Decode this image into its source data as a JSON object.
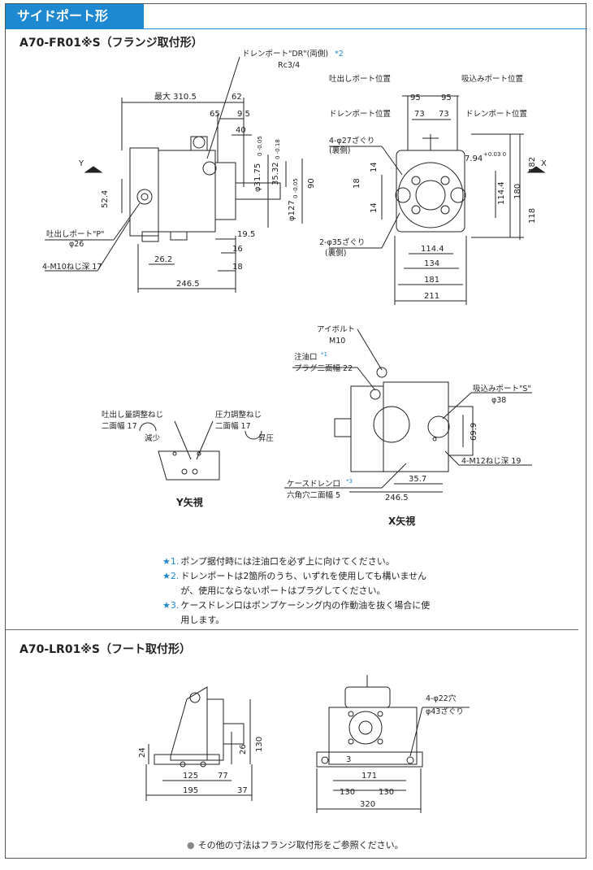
{
  "header": {
    "title": "サイドポート形"
  },
  "section1": {
    "title": "A70-FR01※S（フランジ取付形）",
    "drain_port_label": "ドレンポート\"DR\"(両側)",
    "drain_port_star": "*2",
    "drain_port_thread": "Rc3/4",
    "discharge_port_position": "吐出しポート位置",
    "suction_port_position": "吸込みポート位置",
    "drain_port_position_left": "ドレンポート位置",
    "drain_port_position_right": "ドレンポート位置",
    "counterbore_27": "4-φ27ざぐり",
    "counterbore_27_side": "(裏側)",
    "counterbore_35": "2-φ35ざぐり",
    "counterbore_35_side": "(裏側)",
    "discharge_port_p": "吐出しポート\"P\"",
    "discharge_port_dia": "φ26",
    "thread_m10": "4-M10ねじ深 17",
    "y_arrow": "Y",
    "x_arrow": "X",
    "dims_front": {
      "max_len": "最大 310.5",
      "d62": "62",
      "d65": "65",
      "d9_5": "9.5",
      "d40": "40",
      "d31_75": "φ31.75",
      "d31_75_tol": "0 -0.05",
      "d35_32": "35.32",
      "d35_32_tol": "0 -0.18",
      "d127": "φ127",
      "d127_tol": "0 -0.05",
      "d90": "90",
      "d52_4": "52.4",
      "d19_5": "19.5",
      "d16": "16",
      "d26_2": "26.2",
      "d18": "18",
      "d246_5": "246.5"
    },
    "dims_side": {
      "d95a": "95",
      "d95b": "95",
      "d73a": "73",
      "d73b": "73",
      "d7_94": "7.94",
      "d7_94_tol": "+0.03 0",
      "d182": "182",
      "d180": "180",
      "d118": "118",
      "d114_4v": "114.4",
      "d14a": "14",
      "d14b": "14",
      "d18": "18",
      "d114_4h": "114.4",
      "d134": "134",
      "d181": "181",
      "d211": "211"
    },
    "y_view": {
      "title": "Y矢視",
      "discharge_adjust": "吐出し量調整ねじ",
      "discharge_adjust_width": "二面幅 17",
      "decrease": "減少",
      "pressure_adjust": "圧力調整ねじ",
      "pressure_adjust_width": "二面幅 17",
      "increase": "昇圧"
    },
    "x_view": {
      "title": "X矢視",
      "eyebolt": "アイボルト",
      "eyebolt_size": "M10",
      "oil_inlet": "注油口",
      "oil_inlet_star": "*1",
      "plug_width": "プラグ二面幅 22",
      "suction_port_s": "吸込みポート\"S\"",
      "suction_port_dia": "φ38",
      "d69_9": "69.9",
      "thread_m12": "4-M12ねじ深 19",
      "case_drain": "ケースドレン口",
      "case_drain_star": "*3",
      "hex_socket": "六角穴二面幅 5",
      "d35_7": "35.7",
      "d246_5": "246.5"
    },
    "notes": [
      {
        "mark": "★1.",
        "text": "ポンプ据付時には注油口を必ず上に向けてください。"
      },
      {
        "mark": "★2.",
        "text": "ドレンポートは2箇所のうち、いずれを使用しても構いませんが、使用にならないポートはプラグしてください。"
      },
      {
        "mark": "★3.",
        "text": "ケースドレン口はポンプケーシング内の作動油を抜く場合に使用します。"
      }
    ]
  },
  "section2": {
    "title": "A70-LR01※S（フート取付形）",
    "holes": "4-φ22穴",
    "counterbore": "φ43ざぐり",
    "dims": {
      "d24": "24",
      "d26": "26",
      "d130v": "130",
      "d125": "125",
      "d77": "77",
      "d195": "195",
      "d37": "37",
      "d3": "3",
      "d171": "171",
      "d130a": "130",
      "d130b": "130",
      "d320": "320"
    },
    "footnote": "その他の寸法はフランジ取付形をご参照ください。"
  },
  "colors": {
    "accent": "#1e88d0",
    "line": "#222222"
  }
}
